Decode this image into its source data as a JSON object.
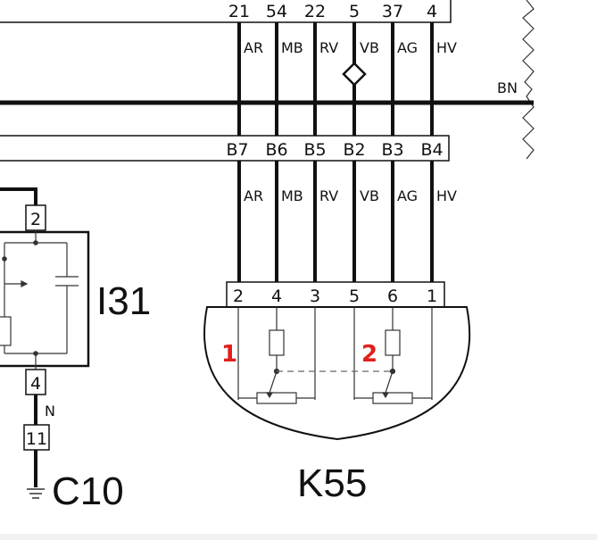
{
  "top_connector": {
    "pins": [
      "21",
      "54",
      "22",
      "5",
      "37",
      "4"
    ]
  },
  "bottom_connector": {
    "pins": [
      "B7",
      "B6",
      "B5",
      "B2",
      "B3",
      "B4"
    ]
  },
  "wire_colors": [
    "AR",
    "MB",
    "RV",
    "VB",
    "AG",
    "HV"
  ],
  "ground_bus_label": "BN",
  "component_i31": {
    "label": "I31",
    "top_pin": "2",
    "bottom_pin": "4"
  },
  "ground_wire": {
    "color": "N",
    "connector_pin": "11",
    "ground_label": "C10"
  },
  "component_k55": {
    "label": "K55",
    "pins": [
      "2",
      "4",
      "3",
      "5",
      "6",
      "1"
    ],
    "sensor_markers": [
      "1",
      "2"
    ]
  },
  "colors": {
    "line": "#111111",
    "marker": "#e0201c",
    "background": "#ffffff"
  }
}
